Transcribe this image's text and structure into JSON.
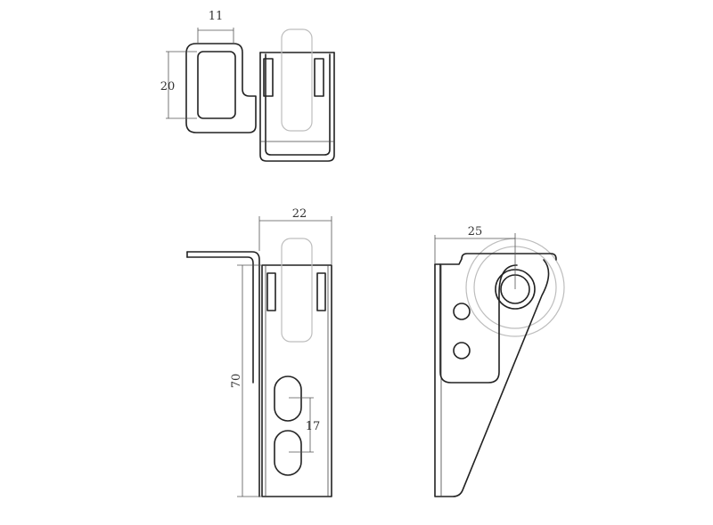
{
  "drawing": {
    "top_view": {
      "width_label": "11",
      "height_label": "20"
    },
    "front_view": {
      "width_label": "22",
      "height_label": "70",
      "slot_spacing_label": "17"
    },
    "side_view": {
      "offset_label": "25"
    }
  },
  "colors": {
    "line": "#222222",
    "dimension": "#555555",
    "wheel": "#bdbdbd",
    "background": "#ffffff"
  }
}
